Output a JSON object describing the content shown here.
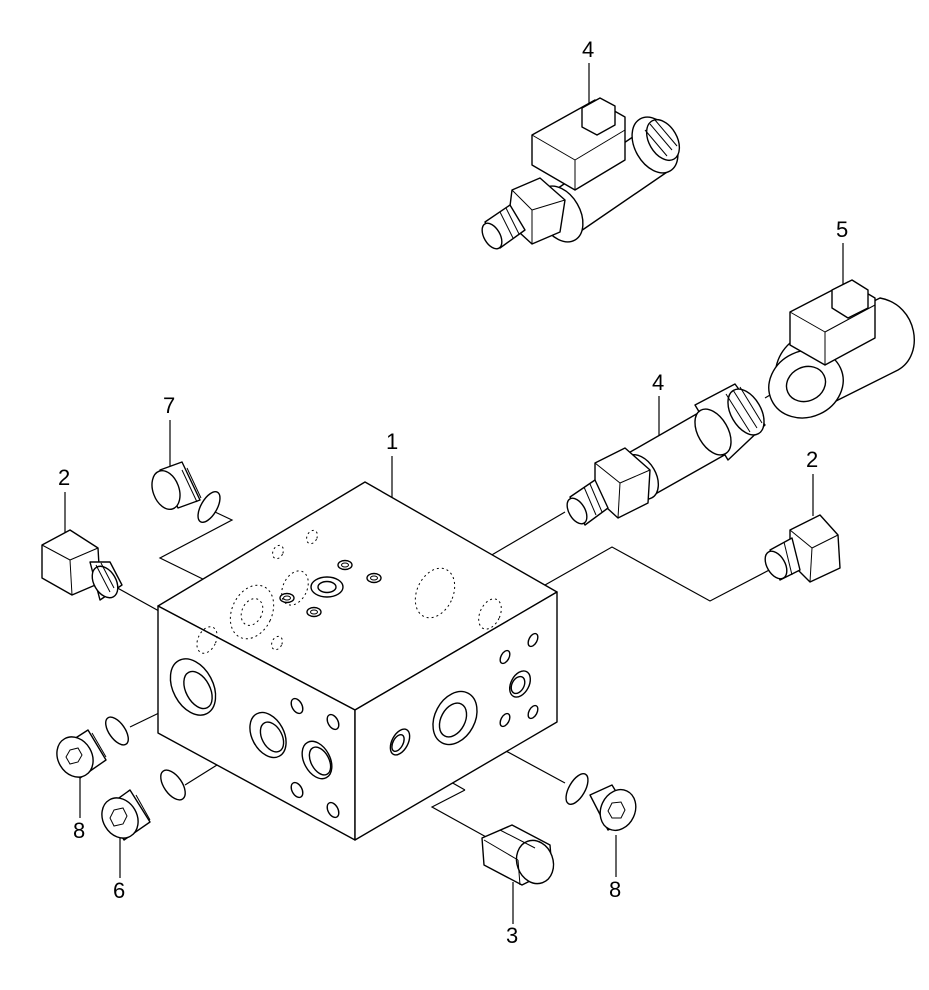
{
  "callouts": {
    "c4_top": "4",
    "c5": "5",
    "c4_mid": "4",
    "c7": "7",
    "c1": "1",
    "c2_left": "2",
    "c2_right": "2",
    "c8_left": "8",
    "c6": "6",
    "c3": "3",
    "c8_right": "8"
  }
}
